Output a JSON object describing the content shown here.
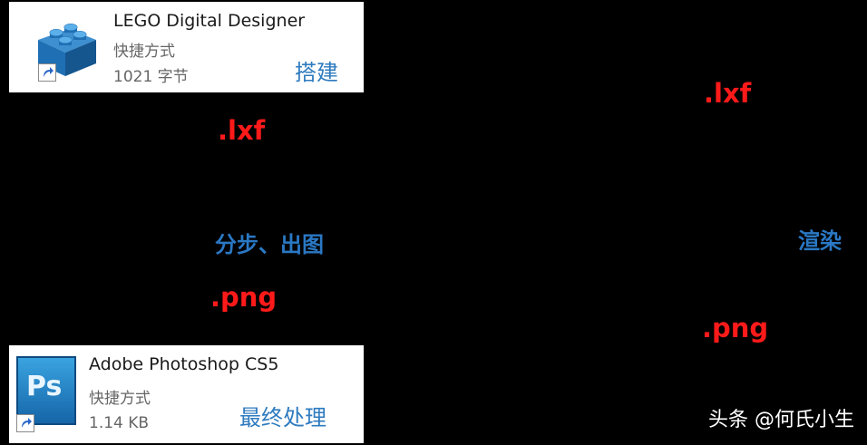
{
  "lego_card": {
    "title": "LEGO Digital Designer",
    "type": "快捷方式",
    "size": "1021 字节",
    "action": "搭建"
  },
  "ps_card": {
    "title": "Adobe Photoshop CS5",
    "type": "快捷方式",
    "size": "1.14 KB",
    "action": "最终处理",
    "icon_text": "Ps"
  },
  "labels": {
    "lxf_left": ".lxf",
    "step": "分步、出图",
    "png_left": ".png",
    "lxf_right": ".lxf",
    "render": "渲染",
    "png_right": ".png"
  },
  "watermark": "头条 @何氏小生",
  "colors": {
    "file_ext": "#ff1a1a",
    "action": "#2a78c4",
    "background": "#000000"
  }
}
